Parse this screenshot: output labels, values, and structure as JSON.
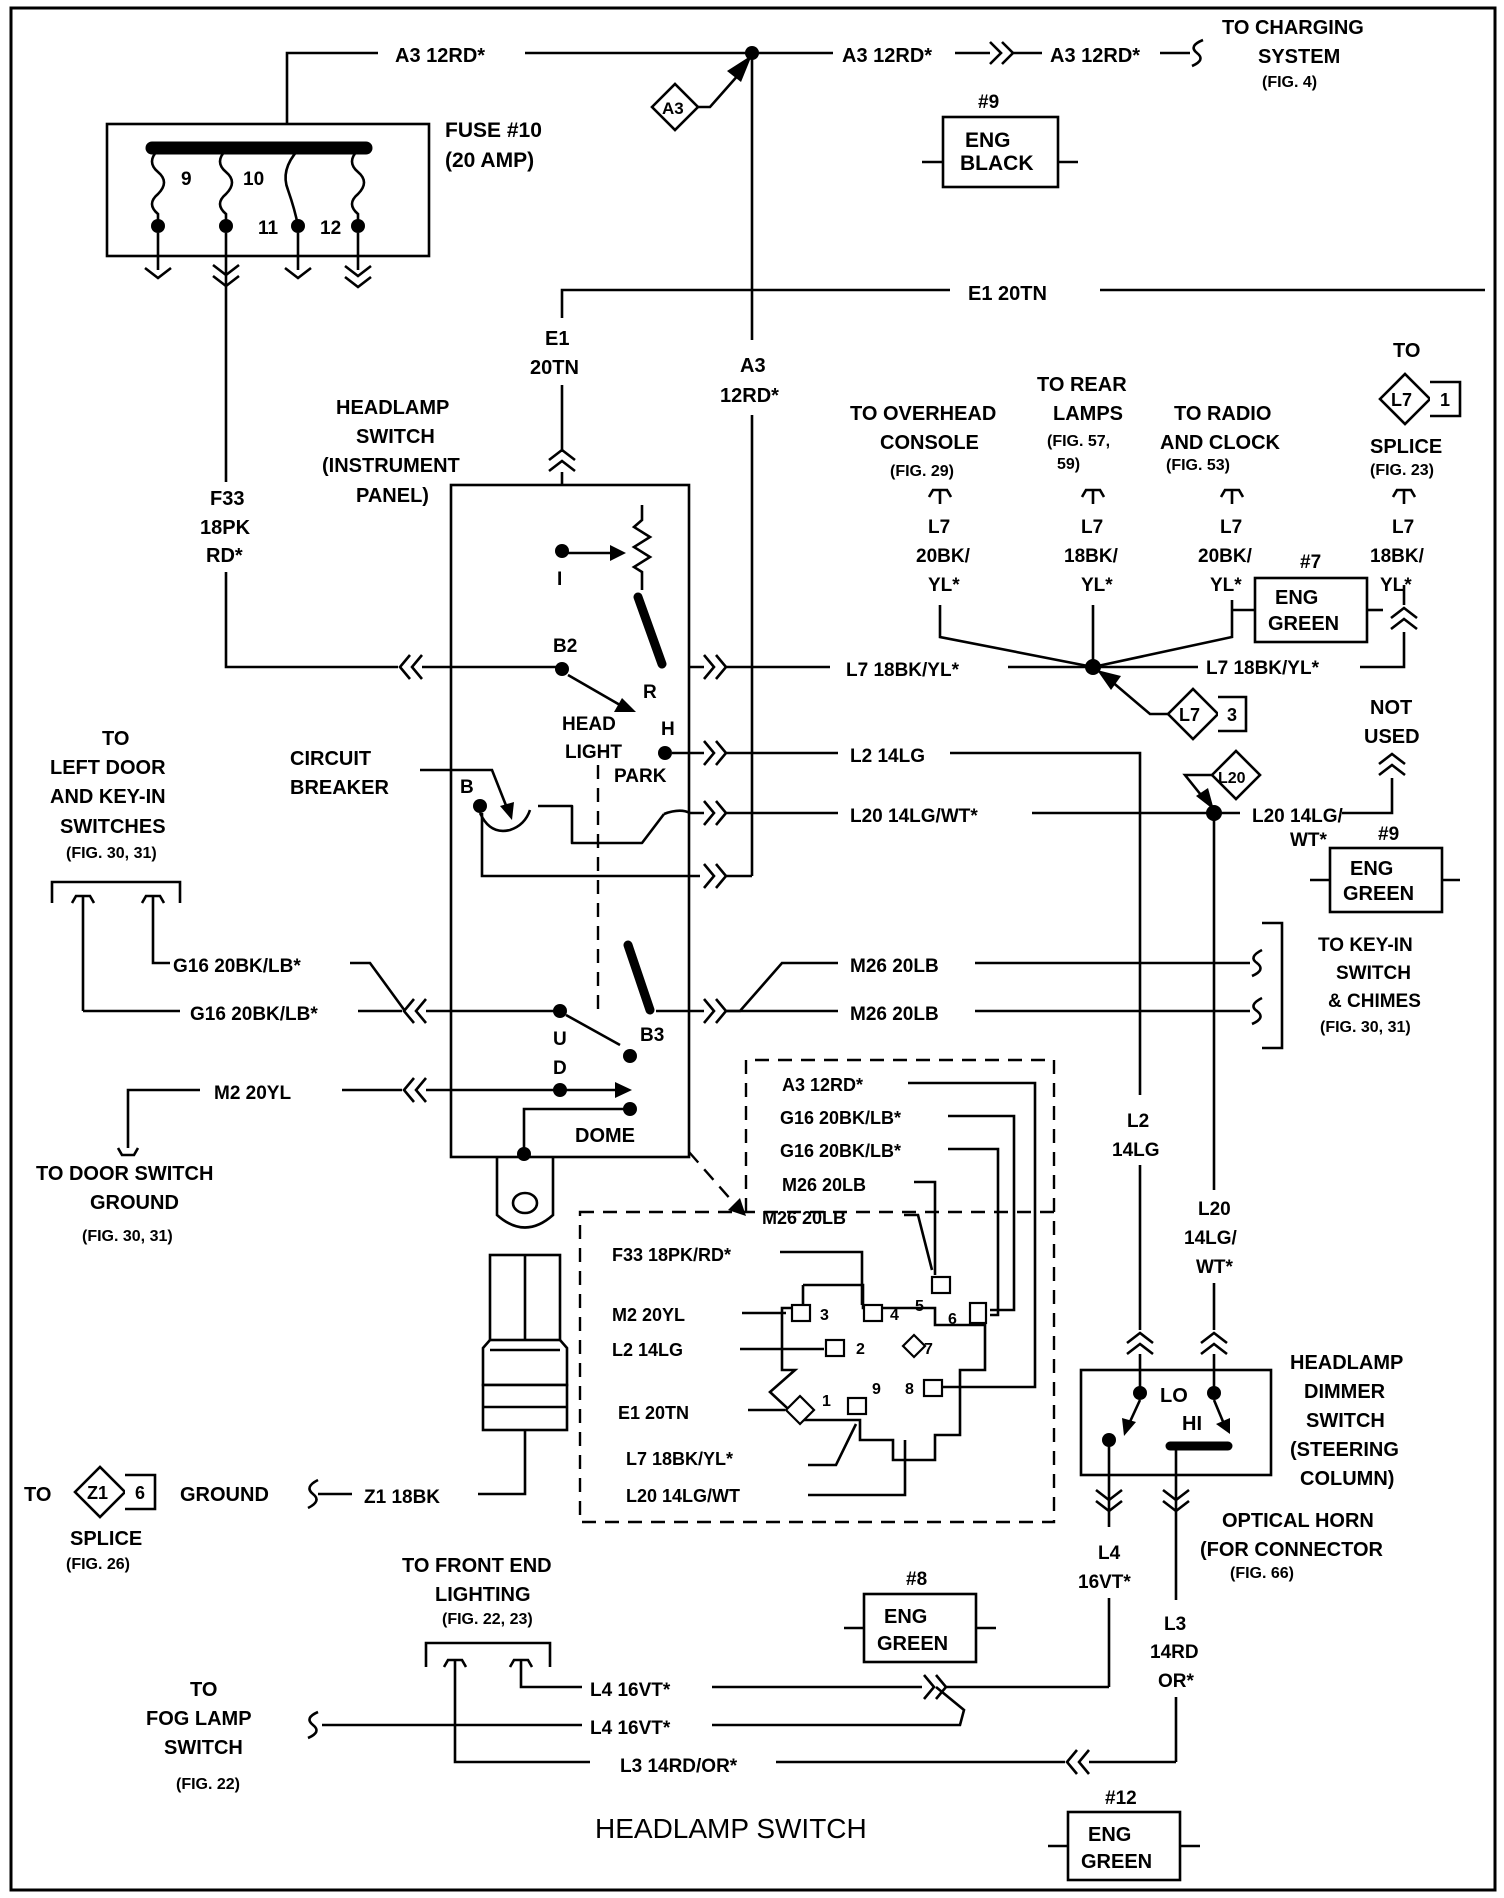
{
  "title": "HEADLAMP SWITCH",
  "top": {
    "a3_left": "A3 12RD*",
    "a3_mid": "A3 12RD*",
    "a3_right": "A3 12RD*",
    "charging_1": "TO CHARGING",
    "charging_2": "SYSTEM",
    "charging_fig": "(FIG. 4)",
    "a3_tag": "A3",
    "a3_vert_1": "A3",
    "a3_vert_2": "12RD*",
    "e1_horiz": "E1 20TN",
    "e1_vert_1": "E1",
    "e1_vert_2": "20TN"
  },
  "fuse": {
    "label_1": "FUSE #10",
    "label_2": "(20 AMP)",
    "n9": "9",
    "n10": "10",
    "n11": "11",
    "n12": "12"
  },
  "grounds": {
    "g9a_num": "#9",
    "g9a_1": "ENG",
    "g9a_2": "BLACK",
    "g7_num": "#7",
    "g7_1": "ENG",
    "g7_2": "GREEN",
    "g9b_num": "#9",
    "g9b_1": "ENG",
    "g9b_2": "GREEN",
    "g8_num": "#8",
    "g8_1": "ENG",
    "g8_2": "GREEN",
    "g12_num": "#12",
    "g12_1": "ENG",
    "g12_2": "GREEN"
  },
  "switch": {
    "title_1": "HEADLAMP",
    "title_2": "SWITCH",
    "title_3": "(INSTRUMENT",
    "title_4": "PANEL)",
    "i": "I",
    "b2": "B2",
    "r": "R",
    "head": "HEAD",
    "light": "LIGHT",
    "h": "H",
    "park": "PARK",
    "b": "B",
    "u": "U",
    "b3": "B3",
    "d": "D",
    "dome": "DOME",
    "cb_1": "CIRCUIT",
    "cb_2": "BREAKER"
  },
  "left": {
    "f33_1": "F33",
    "f33_2": "18PK",
    "f33_3": "RD*",
    "door_1": "TO",
    "door_2": "LEFT DOOR",
    "door_3": "AND KEY-IN",
    "door_4": "SWITCHES",
    "door_fig": "(FIG. 30, 31)",
    "g16_a": "G16 20BK/LB*",
    "g16_b": "G16 20BK/LB*",
    "m2": "M2 20YL",
    "gnd_1": "TO DOOR SWITCH",
    "gnd_2": "GROUND",
    "gnd_fig": "(FIG. 30, 31)",
    "z1_to": "TO",
    "z1_tag": "Z1",
    "z1_num": "6",
    "z1_ground": "GROUND",
    "z1_wire": "Z1 18BK",
    "splice": "SPLICE",
    "splice_fig": "(FIG. 26)"
  },
  "right": {
    "l7_wire": "L7 18BK/YL*",
    "l7_wire2": "L7 18BK/YL*",
    "l2_wire": "L2 14LG",
    "l20_wire": "L20 14LG/WT*",
    "ovh_1": "TO OVERHEAD",
    "ovh_2": "CONSOLE",
    "ovh_fig": "(FIG. 29)",
    "ovh_w1": "L7",
    "ovh_w2": "20BK/",
    "ovh_w3": "YL*",
    "rear_1": "TO REAR",
    "rear_2": "LAMPS",
    "rear_3": "(FIG. 57,",
    "rear_4": "59)",
    "rear_w1": "L7",
    "rear_w2": "18BK/",
    "rear_w3": "YL*",
    "radio_1": "TO RADIO",
    "radio_2": "AND CLOCK",
    "radio_fig": "(FIG. 53)",
    "radio_w1": "L7",
    "radio_w2": "20BK/",
    "radio_w3": "YL*",
    "sp_to": "TO",
    "sp_tag": "L7",
    "sp_num": "1",
    "sp_1": "SPLICE",
    "sp_fig": "(FIG. 23)",
    "sp_w1": "L7",
    "sp_w2": "18BK/",
    "sp_w3": "YL*",
    "l7_tag": "L7",
    "l7_num": "3",
    "l20_tag": "L20",
    "l20_right_1": "L20 14LG/",
    "l20_right_2": "WT*",
    "nu_1": "NOT",
    "nu_2": "USED",
    "m26_a": "M26 20LB",
    "m26_b": "M26 20LB",
    "key_1": "TO KEY-IN",
    "key_2": "SWITCH",
    "key_3": "& CHIMES",
    "key_fig": "(FIG. 30, 31)",
    "l2_v1": "L2",
    "l2_v2": "14LG",
    "l20_v1": "L20",
    "l20_v2": "14LG/",
    "l20_v3": "WT*"
  },
  "dimmer": {
    "lo": "LO",
    "hi": "HI",
    "title_1": "HEADLAMP",
    "title_2": "DIMMER",
    "title_3": "SWITCH",
    "title_4": "(STEERING",
    "title_5": "COLUMN)",
    "opt_1": "OPTICAL HORN",
    "opt_2": "(FOR CONNECTOR",
    "opt_fig": "(FIG. 66)",
    "l4_1": "L4",
    "l4_2": "16VT*",
    "l3_1": "L3",
    "l3_2": "14RD",
    "l3_3": "OR*"
  },
  "connector": {
    "labels": [
      "A3 12RD*",
      "G16 20BK/LB*",
      "G16 20BK/LB*",
      "M26 20LB",
      "M26 20LB",
      "F33 18PK/RD*",
      "M2 20YL",
      "L2 14LG",
      "E1 20TN",
      "L7 18BK/YL*",
      "L20 14LG/WT"
    ],
    "pins": [
      "1",
      "2",
      "3",
      "4",
      "5",
      "6",
      "7",
      "8",
      "9"
    ]
  },
  "bottom": {
    "front_1": "TO FRONT END",
    "front_2": "LIGHTING",
    "front_fig": "(FIG. 22, 23)",
    "l4_a": "L4 16VT*",
    "l4_b": "L4 16VT*",
    "l3": "L3 14RD/OR*",
    "fog_1": "TO",
    "fog_2": "FOG LAMP",
    "fog_3": "SWITCH",
    "fog_fig": "(FIG. 22)"
  }
}
